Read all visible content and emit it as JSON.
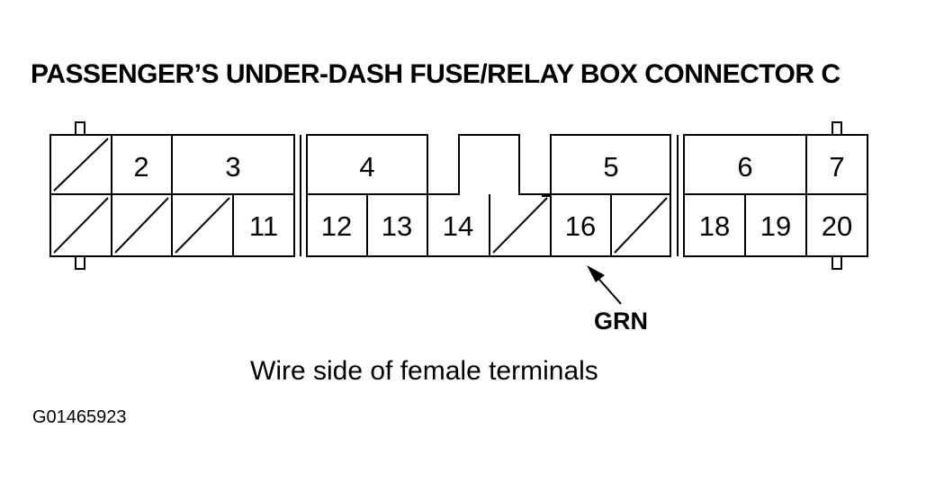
{
  "diagram": {
    "title": "PASSENGER’S UNDER-DASH FUSE/RELAY BOX CONNECTOR C",
    "caption": "Wire side of female terminals",
    "figure_code": "G01465923",
    "wire_callout": {
      "label": "GRN",
      "terminal": "16"
    },
    "top_row": [
      "",
      "2",
      "3",
      "4",
      "",
      "5",
      "6",
      "7"
    ],
    "bottom_row": [
      "",
      "",
      "",
      "11",
      "12",
      "13",
      "14",
      "",
      "16",
      "",
      "18",
      "19",
      "20"
    ],
    "unused_cavity_marks": [
      1,
      8,
      9,
      10,
      15,
      17
    ]
  }
}
